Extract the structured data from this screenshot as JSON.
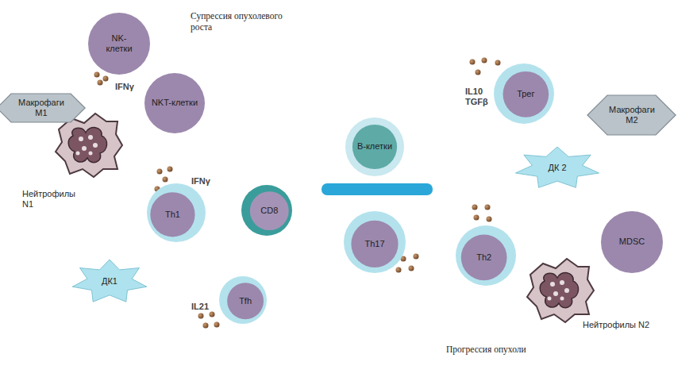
{
  "diagram": {
    "nodes": [
      {
        "text": [
          "NK- клетки"
        ]
      },
      {
        "text": [
          "Макрофаги M1"
        ]
      },
      {
        "text": [
          "NKT-клетки"
        ]
      },
      {
        "text": [
          "Th1"
        ]
      },
      {
        "text": [
          "CD8"
        ]
      },
      {
        "text": [
          "ДК1"
        ]
      },
      {
        "text": [
          "Tfh"
        ]
      },
      {
        "text": [
          "В-клетки"
        ]
      },
      {
        "text": [
          "Th17"
        ]
      },
      {
        "text": [
          "Трег"
        ]
      },
      {
        "text": [
          "Макрофаги M2"
        ]
      },
      {
        "text": [
          "ДК 2"
        ]
      },
      {
        "text": [
          "Th2"
        ]
      },
      {
        "text": [
          "MDSC"
        ]
      }
    ],
    "edges": [],
    "labels": [
      "Супрессия опухолевого роста",
      "IFNγ",
      "Нейтрофилы N1",
      "IFNγ",
      "IL21",
      "IL10 TGFβ",
      "Нейтрофилы N2",
      "Прогрессия опухоли"
    ]
  }
}
